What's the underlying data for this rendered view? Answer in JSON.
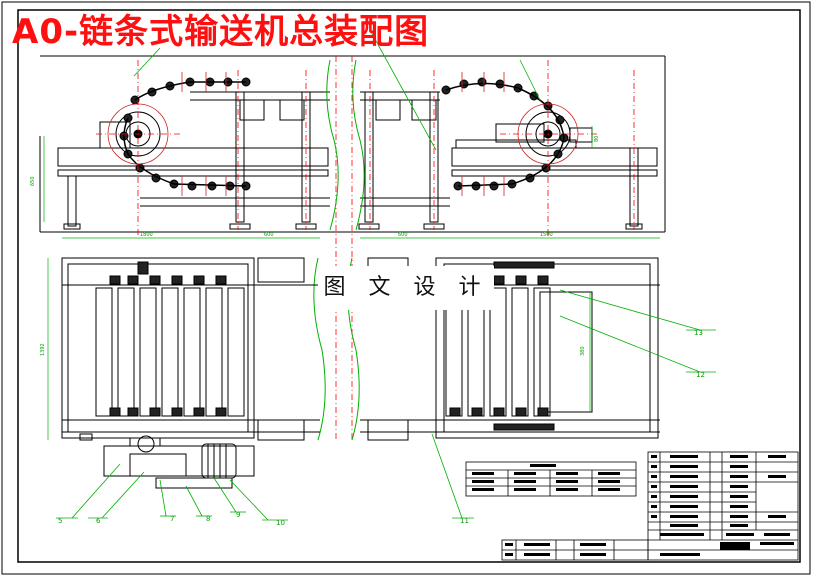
{
  "drawing": {
    "title": "A0-链条式输送机总装配图",
    "watermark": "图 文 设 计"
  },
  "dimensions": {
    "top_view_height": "650",
    "left_span": "1800",
    "left_gap": "600",
    "right_gap": "600",
    "right_span": "1500",
    "right_height": "80",
    "plan_width": "1392",
    "inner_height": "380"
  },
  "callouts": [
    "5",
    "6",
    "7",
    "8",
    "9",
    "10",
    "11",
    "12",
    "13"
  ],
  "colors": {
    "outline": "#000000",
    "centerline": "#ff0000",
    "leader": "#00b000",
    "sprocket": "#cc2222",
    "title_red": "#ff1010"
  }
}
